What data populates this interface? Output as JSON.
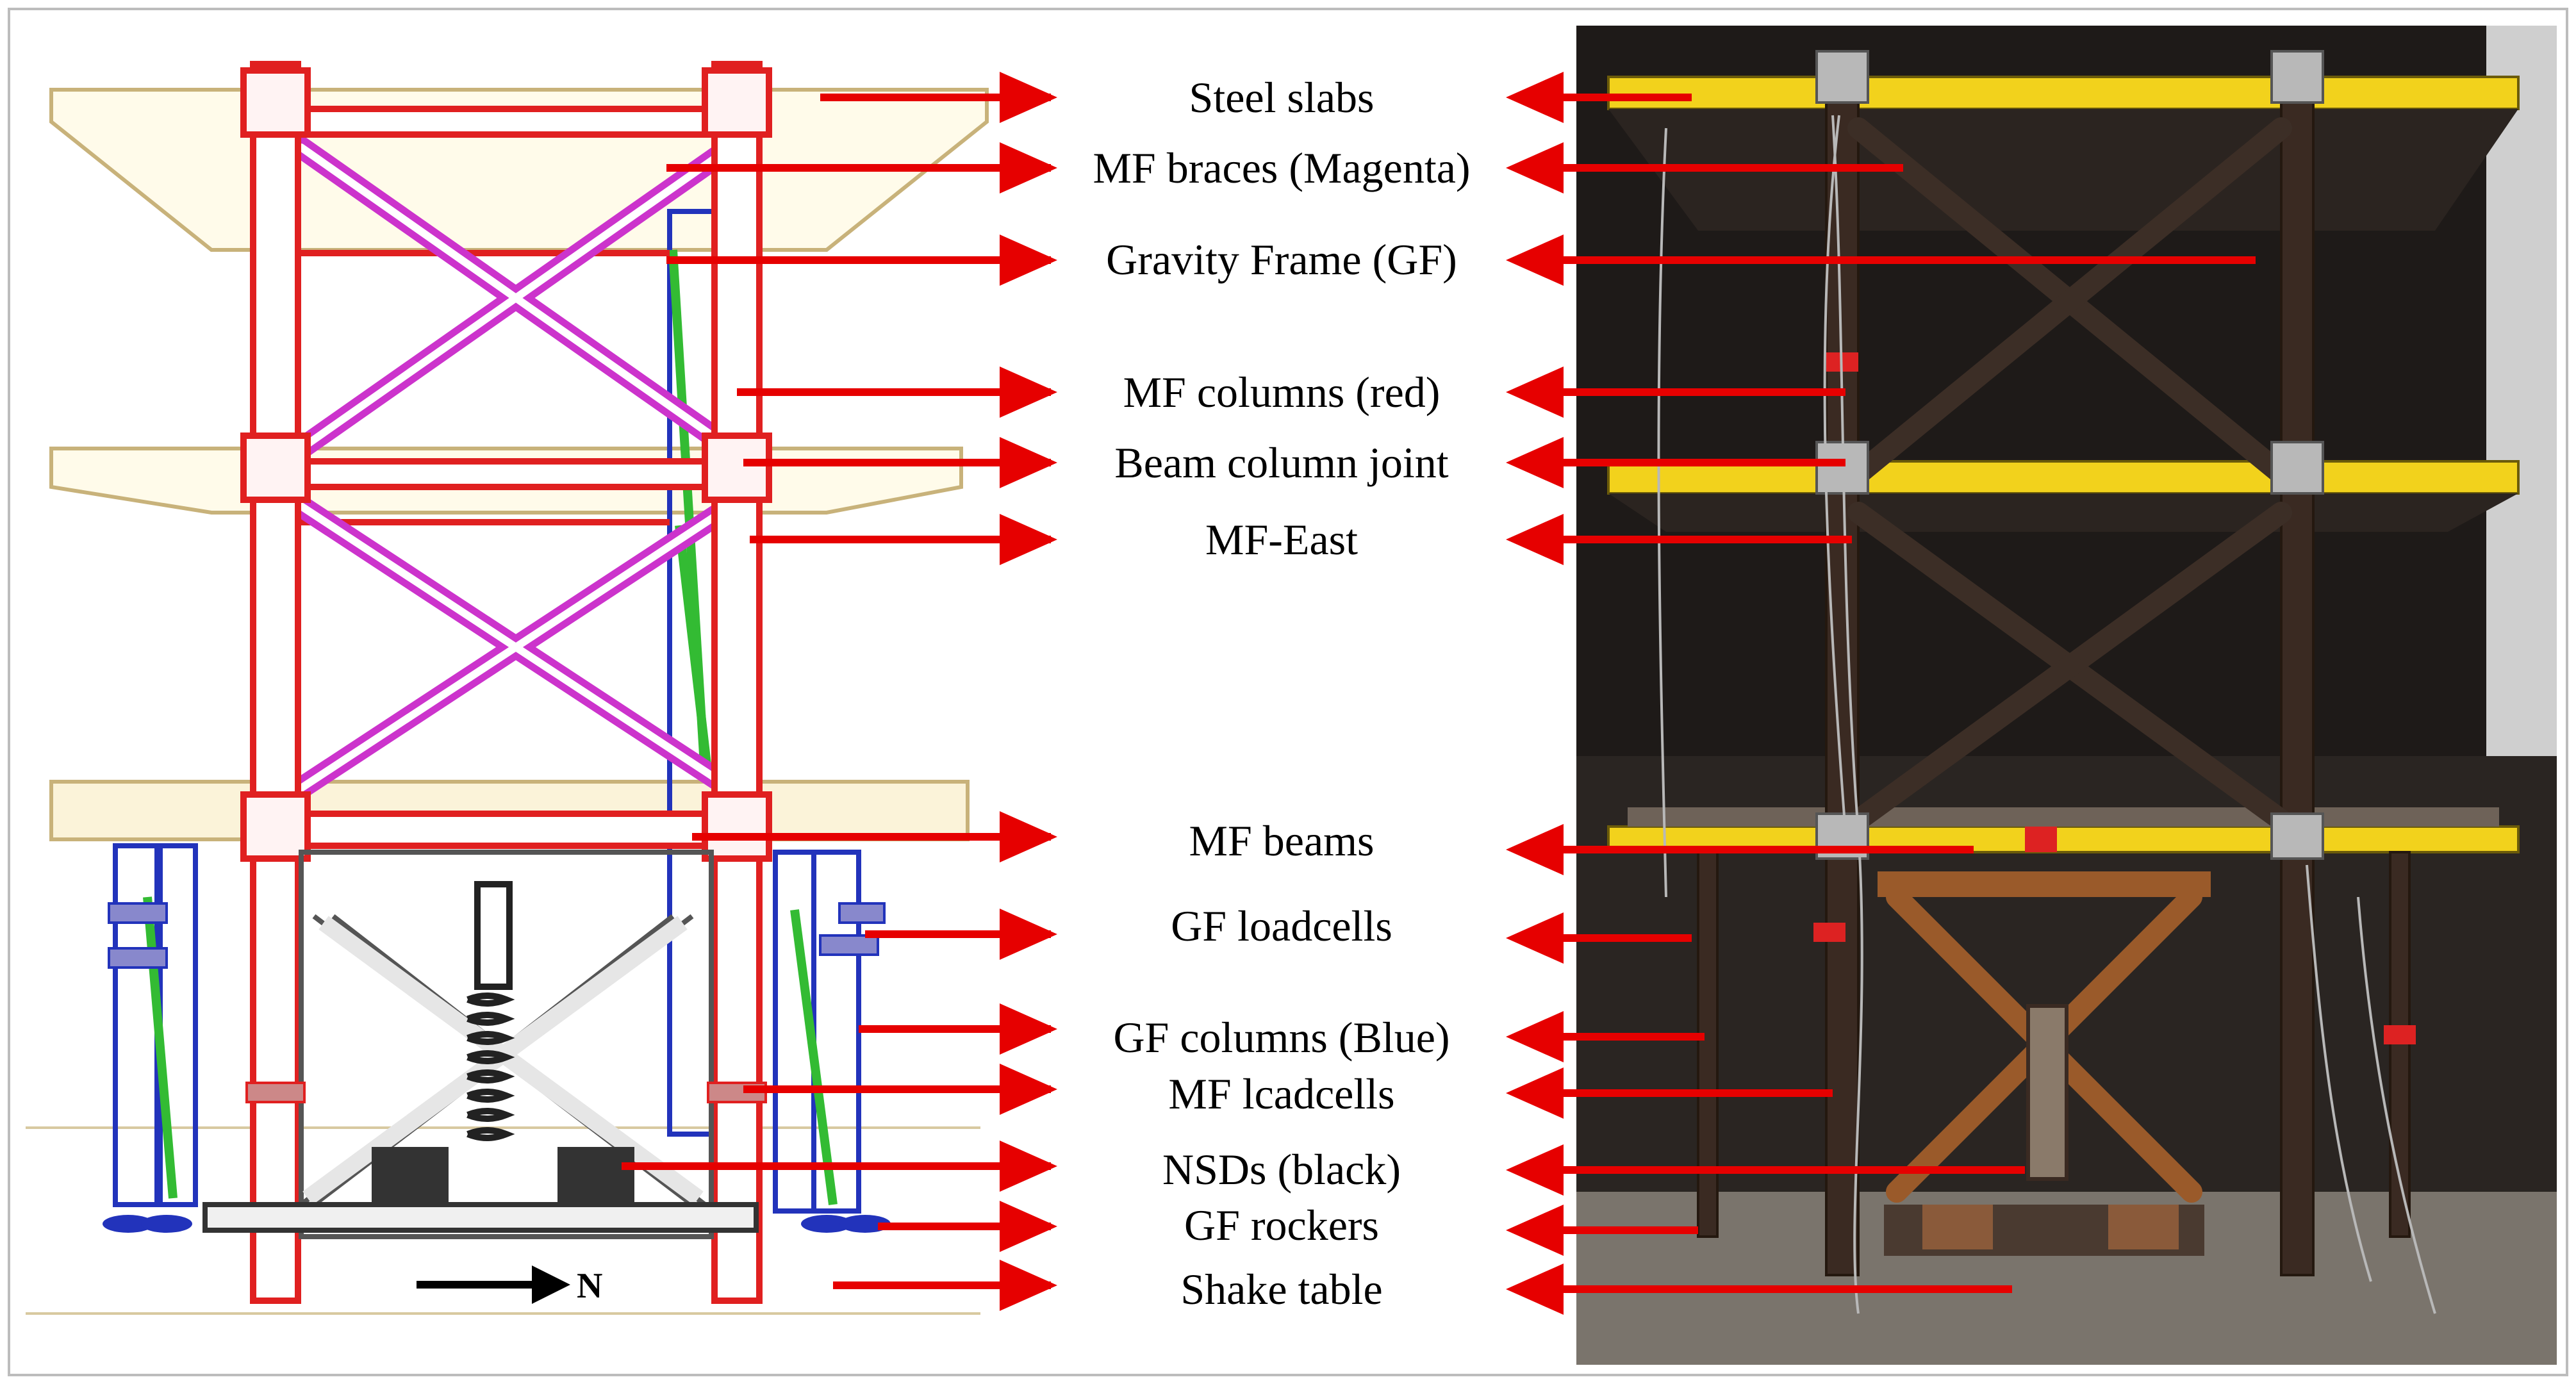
{
  "labels": [
    {
      "text": "Steel slabs"
    },
    {
      "text": "MF braces (Magenta)"
    },
    {
      "text": "Gravity Frame (GF)"
    },
    {
      "text": "MF columns (red)"
    },
    {
      "text": "Beam column joint"
    },
    {
      "text": "MF-East"
    },
    {
      "text": "MF beams"
    },
    {
      "text": "GF loadcells"
    },
    {
      "text": "GF columns (Blue)"
    },
    {
      "text": "MF lcadcells"
    },
    {
      "text": "NSDs (black)"
    },
    {
      "text": "GF rockers"
    },
    {
      "text": "Shake table"
    }
  ],
  "compass": {
    "label": "N"
  },
  "colors": {
    "arrow": "#e60000",
    "mf_frame": "#e02020",
    "mf_braces": "#cc33cc",
    "gf_columns": "#2233bb",
    "gf_green": "#33bb33",
    "slab_outline": "#c8b27a",
    "photo_background": "#1e1a18",
    "yellow_beam": "#f2d21c",
    "rusty_steel": "#3a2a22"
  }
}
